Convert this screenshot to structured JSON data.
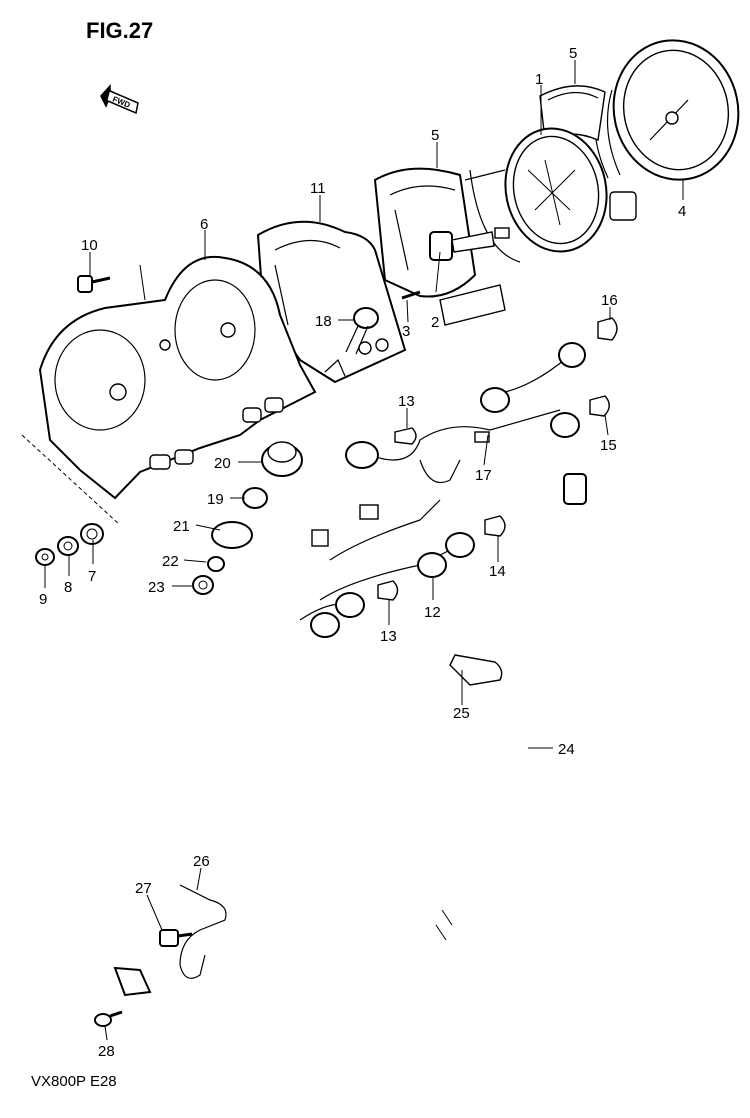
{
  "figure": {
    "title": "FIG.27",
    "footer": "VX800P  E28",
    "fwd_label": "FWD"
  },
  "callouts": [
    "1",
    "2",
    "3",
    "4",
    "5",
    "5",
    "6",
    "7",
    "8",
    "9",
    "10",
    "11",
    "12",
    "13",
    "13",
    "14",
    "15",
    "16",
    "17",
    "18",
    "19",
    "20",
    "21",
    "22",
    "23",
    "24",
    "25",
    "26",
    "27",
    "28"
  ]
}
